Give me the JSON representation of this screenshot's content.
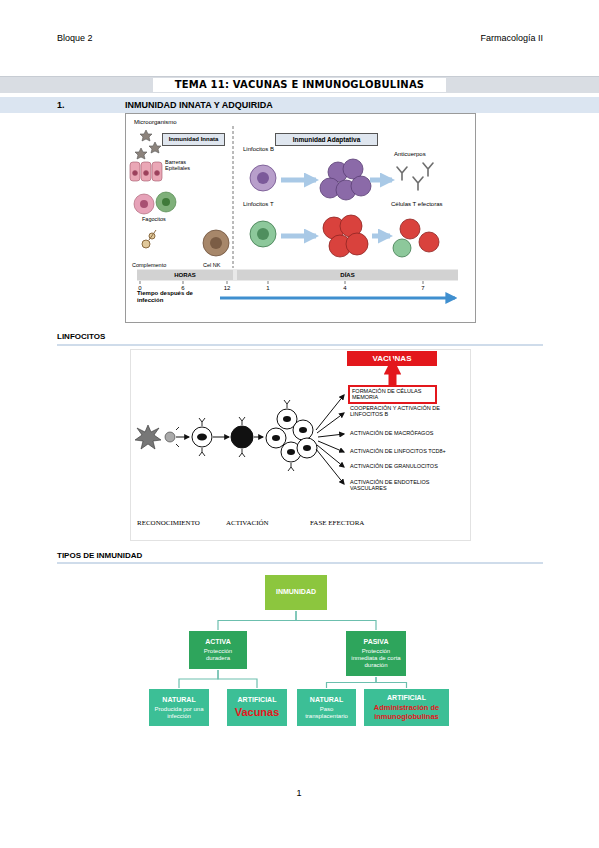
{
  "diagram": {
    "title": "TEMA 11: VACUNAS E INMUNOGLOBULINAS",
    "nodes": [
      {
        "text": [
          "1.",
          "INMUNIDAD INNATA Y ADQUIRIDA"
        ]
      },
      {
        "text": [
          "Inmunidad Innata"
        ]
      },
      {
        "text": [
          "Inmunidad Adaptativa"
        ]
      },
      {
        "text": [
          "HORAS"
        ]
      },
      {
        "text": [
          "DÍAS"
        ]
      },
      {
        "text": [
          "VACUNAS"
        ]
      },
      {
        "text": [
          "FORMACIÓN DE CÉLULAS MEMORIA"
        ]
      },
      {
        "text": [
          "INMUNIDAD"
        ]
      },
      {
        "text": [
          "ACTIVA",
          "Protección duradera"
        ]
      },
      {
        "text": [
          "PASIVA",
          "Protección inmediata de corta duración"
        ]
      },
      {
        "text": [
          "NATURAL",
          "Producida por una infección"
        ]
      },
      {
        "text": [
          "ARTIFICIAL",
          "Vacunas"
        ]
      },
      {
        "text": [
          "NATURAL",
          "Paso transplacentario"
        ]
      },
      {
        "text": [
          "ARTIFICIAL",
          "Administración de inmunoglobulinas"
        ]
      }
    ],
    "edges": [
      {
        "from": 6,
        "to": 5,
        "arrow": "to"
      },
      {
        "from": 7,
        "to": 8,
        "arrow": "none"
      },
      {
        "from": 7,
        "to": 9,
        "arrow": "none"
      },
      {
        "from": 8,
        "to": 10,
        "arrow": "none"
      },
      {
        "from": 8,
        "to": 11,
        "arrow": "none"
      },
      {
        "from": 9,
        "to": 12,
        "arrow": "none"
      },
      {
        "from": 9,
        "to": 13,
        "arrow": "none"
      }
    ],
    "labels": [
      "Bloque 2",
      "Farmacología II",
      "Microorganismo",
      "Barreras Epiteliales",
      "Fagocitos",
      "Complemento",
      "Cel NK",
      "Linfocitos B",
      "Anticuerpos",
      "Linfocitos T",
      "Células T efectoras",
      "0",
      "6",
      "12",
      "1",
      "4",
      "7",
      "Tiempo después de infección",
      "LINFOCITOS",
      "COOPERACIÓN Y ACTIVACIÓN DE LINFOCITOS B",
      "ACTIVACIÓN DE MACRÓFAGOS",
      "ACTIVACIÓN DE LINFOCITOS TCD8+",
      "ACTIVACIÓN DE GRANULOCITOS",
      "ACTIVACIÓN DE ENDOTELIOS VASCULARES",
      "RECONOCIMIENTO",
      "ACTIVACIÓN",
      "FASE EFECTORA",
      "TIPOS DE INMUNIDAD",
      "1"
    ]
  }
}
